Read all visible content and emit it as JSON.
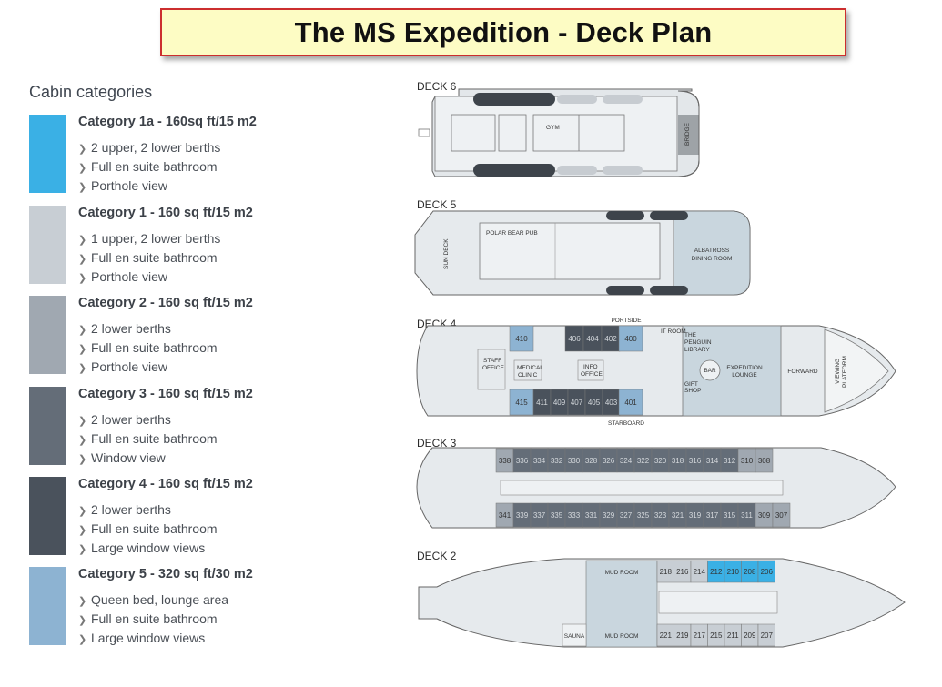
{
  "title": "The MS Expedition - Deck Plan",
  "legend": {
    "heading": "Cabin categories",
    "categories": [
      {
        "name": "Category 1a - 160sq ft/15 m2",
        "color": "#3ab0e5",
        "features": [
          "2 upper, 2 lower berths",
          "Full en suite bathroom",
          "Porthole view"
        ]
      },
      {
        "name": "Category 1 - 160 sq ft/15 m2",
        "color": "#c8ced4",
        "features": [
          "1 upper, 2 lower berths",
          "Full en suite bathroom",
          "Porthole view"
        ]
      },
      {
        "name": "Category 2 - 160 sq ft/15 m2",
        "color": "#a0a8b1",
        "features": [
          "2 lower berths",
          "Full en suite bathroom",
          "Porthole view"
        ]
      },
      {
        "name": "Category 3 - 160 sq ft/15 m2",
        "color": "#646d78",
        "features": [
          "2 lower berths",
          "Full en suite bathroom",
          "Window view"
        ]
      },
      {
        "name": "Category 4 - 160 sq ft/15 m2",
        "color": "#4a525c",
        "features": [
          "2 lower berths",
          "Full en suite bathroom",
          "Large window views"
        ]
      },
      {
        "name": "Category 5 - 320 sq ft/30 m2",
        "color": "#8db3d2",
        "features": [
          "Queen bed, lounge area",
          "Full en suite bathroom",
          "Large window views"
        ]
      }
    ]
  },
  "decks": {
    "deck6": {
      "label": "DECK 6",
      "rooms": [
        "GYM",
        "BRIDGE"
      ]
    },
    "deck5": {
      "label": "DECK 5",
      "rooms": [
        "POLAR BEAR PUB",
        "SUN DECK",
        "ALBATROSS",
        "DINING ROOM"
      ]
    },
    "deck4": {
      "label": "DECK 4",
      "portside": "PORTSIDE",
      "starboard": "STARBOARD",
      "rooms": [
        "STAFF",
        "OFFICE",
        "MEDICAL",
        "CLINIC",
        "INFO",
        "OFFICE",
        "THE",
        "PENGUIN",
        "LIBRARY",
        "BAR",
        "GIFT",
        "SHOP",
        "IT ROOM",
        "EXPEDITION",
        "LOUNGE",
        "FORWARD",
        "VIEWING",
        "PLATFORM"
      ],
      "cabins_top": [
        "410",
        "406",
        "404",
        "402",
        "400"
      ],
      "cabins_bottom": [
        "415",
        "411",
        "409",
        "407",
        "405",
        "403",
        "401"
      ]
    },
    "deck3": {
      "label": "DECK 3",
      "cabins_top": [
        "338",
        "336",
        "334",
        "332",
        "330",
        "328",
        "326",
        "324",
        "322",
        "320",
        "318",
        "316",
        "314",
        "312",
        "310",
        "308"
      ],
      "cabins_bottom": [
        "341",
        "339",
        "337",
        "335",
        "333",
        "331",
        "329",
        "327",
        "325",
        "323",
        "321",
        "319",
        "317",
        "315",
        "311",
        "309",
        "307"
      ]
    },
    "deck2": {
      "label": "DECK 2",
      "rooms": [
        "MUD ROOM",
        "MUD ROOM",
        "SAUNA"
      ],
      "cabins_top": [
        "218",
        "216",
        "214",
        "212",
        "210",
        "208",
        "206"
      ],
      "cabins_bottom": [
        "221",
        "219",
        "217",
        "215",
        "211",
        "209",
        "207"
      ]
    }
  }
}
